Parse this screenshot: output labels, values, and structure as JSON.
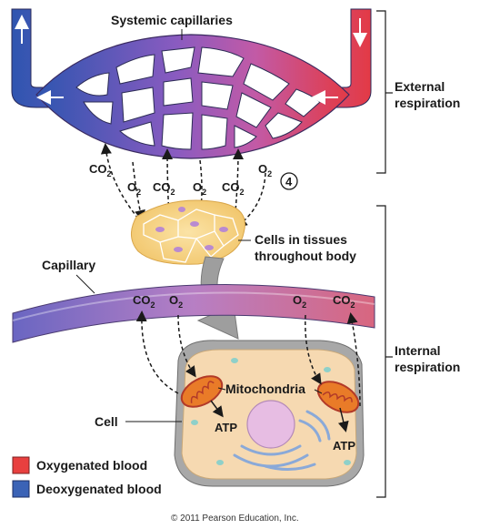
{
  "labels": {
    "systemic_capillaries": "Systemic capillaries",
    "step_number": "4",
    "external_respiration_line1": "External",
    "external_respiration_line2": "respiration",
    "cells_in_tissues_line1": "Cells in tissues",
    "cells_in_tissues_line2": "throughout body",
    "capillary": "Capillary",
    "internal_respiration_line1": "Internal",
    "internal_respiration_line2": "respiration",
    "mitochondria": "Mitochondria",
    "cell": "Cell",
    "atp": "ATP"
  },
  "gases": {
    "co2": "CO",
    "o2": "O",
    "co2_sub": "2",
    "o2_sub": "2"
  },
  "legend": {
    "oxygenated": "Oxygenated blood",
    "deoxygenated": "Deoxygenated blood",
    "oxygenated_color": "#e8403f",
    "deoxygenated_color": "#3b63b6"
  },
  "copyright": "© 2011 Pearson Education, Inc."
}
